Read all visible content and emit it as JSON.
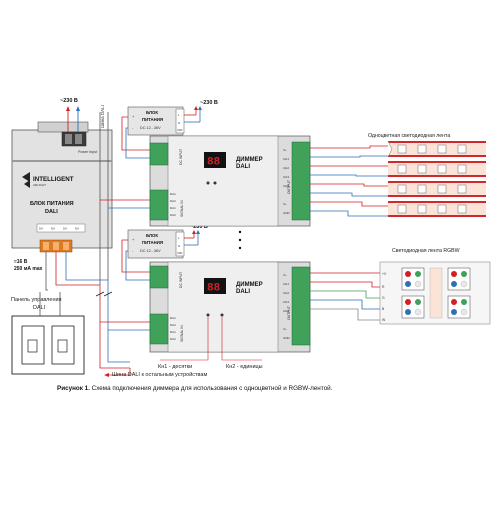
{
  "mains": {
    "ac_230": "~230 В"
  },
  "dali_psu": {
    "brand": "INTELLIGENT",
    "brand_sub": "ARLIGHT",
    "power_input_label": "Power Input",
    "title_line1": "БЛОК ПИТАНИЯ",
    "title_line2": "DALI",
    "spec_line1": "≈16 В",
    "spec_line2": "250 мА max",
    "terminal_labels": [
      "DA",
      "DA",
      "DA",
      "DA"
    ]
  },
  "control_panel": {
    "title_line1": "Панель управления",
    "title_line2": "DALI"
  },
  "bus": {
    "dali_bus_label": "Шина DALI",
    "bus_to_others": "Шина DALI к остальным устройствам"
  },
  "psu_small": {
    "title_line1": "БЛОК",
    "title_line2": "ПИТАНИЯ",
    "voltage": "DC 12...36V",
    "terminals": [
      "L",
      "N",
      "GND"
    ],
    "dc_terms": [
      "+",
      "-"
    ]
  },
  "dimmer": {
    "name_line1": "ДИММЕР",
    "name_line2": "DALI",
    "display": "88",
    "dc_input_label": "DC INPUT",
    "signal_in_label": "SIGNAL IN",
    "signal_pins": [
      "DA1",
      "DA2",
      "DA1",
      "DA2"
    ],
    "output_label": "OUTPUT",
    "output_pins": [
      "V+",
      "CH1",
      "CH2",
      "CH3",
      "CH4",
      "V+",
      "GND"
    ]
  },
  "buttons": {
    "kn1": "Кн1 - десятки",
    "kn2": "Кн2 - единицы"
  },
  "strips": {
    "single_color_title": "Одноцветная светодиодная лента",
    "rgbw_title": "Светодиодная лента RGBW",
    "rgbw_pins": [
      "+V",
      "R",
      "G",
      "B",
      "W"
    ]
  },
  "caption": {
    "bold": "Рисунок 1.",
    "text": "Схема подключения диммера для использования с одноцветной и RGBW-лентой."
  },
  "colors": {
    "green_terminal": "#3fa15a",
    "red_wire": "#d21f26",
    "blue_wire": "#2f6fb5",
    "case_gray": "#d9d9d9",
    "display_black": "#121212",
    "orange_terminal": "#e07a1f"
  }
}
